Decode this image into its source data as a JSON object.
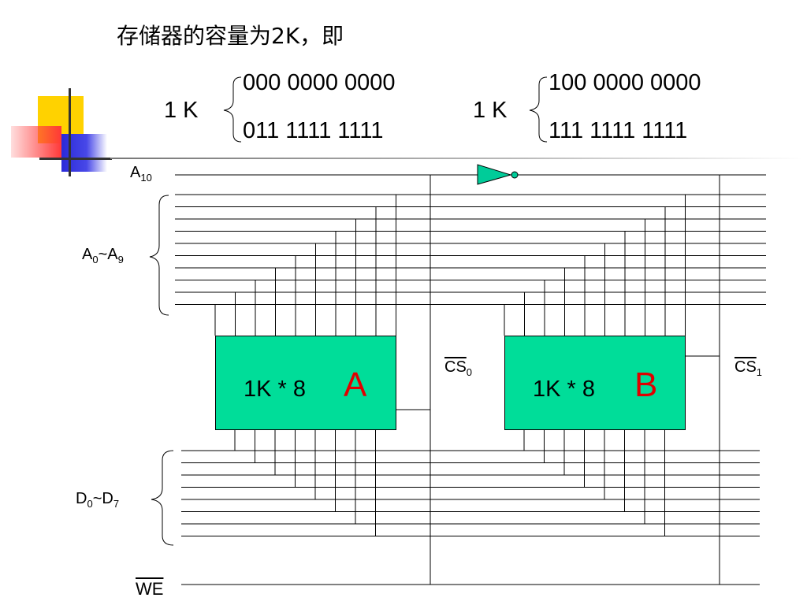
{
  "title": "存储器的容量为2K，即",
  "range_a": {
    "k_label": "1 K",
    "start": "000 0000 0000",
    "end": "011 1111 1111"
  },
  "range_b": {
    "k_label": "1 K",
    "start": "100 0000 0000",
    "end": "111 1111 1111"
  },
  "labels": {
    "a10": "A",
    "a10_sub": "10",
    "a0": "A",
    "a0_sub": "0",
    "tilde": "~",
    "a9": "A",
    "a9_sub": "9",
    "d0": "D",
    "d0_sub": "0",
    "d7": "D",
    "d7_sub": "7",
    "we": "WE",
    "cs0": "CS",
    "cs0_sub": "0",
    "cs1": "CS",
    "cs1_sub": "1"
  },
  "chip_a": {
    "text": "1K * 8",
    "letter": "A"
  },
  "chip_b": {
    "text": "1K * 8",
    "letter": "B"
  },
  "colors": {
    "chip": "#00dd99",
    "letter": "#e00000",
    "inverter": "#00cc99"
  }
}
